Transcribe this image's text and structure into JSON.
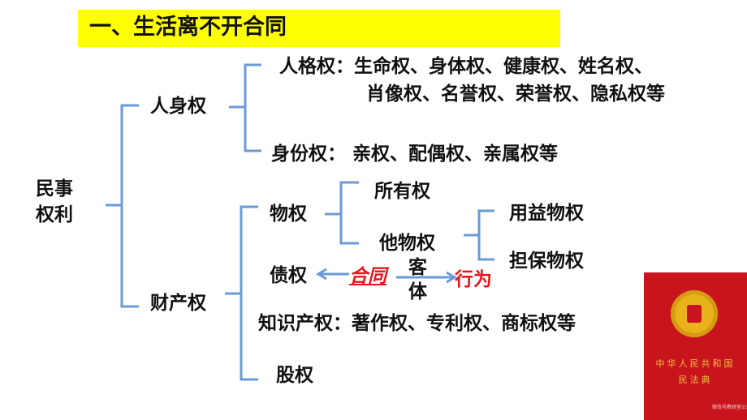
{
  "title": "一、生活离不开合同",
  "root": {
    "line1": "民事",
    "line2": "权利"
  },
  "personal": {
    "label": "人身权",
    "personality_line1": "人格权：生命权、身体权、健康权、姓名权、",
    "personality_line2": "肖像权、名誉权、荣誉权、隐私权等",
    "status": "身份权：  亲权、配偶权、亲属权等"
  },
  "property": {
    "label": "财产权",
    "real_right": "物权",
    "ownership": "所有权",
    "other_real": "他物权",
    "usufruct": "用益物权",
    "security": "担保物权",
    "creditor": "债权",
    "contract": "合同",
    "object_1": "客",
    "object_2": "体",
    "conduct": "行为",
    "ip": "知识产权：著作权、专利权、商标权等",
    "equity": "股权"
  },
  "book": {
    "line1": "中华人民共和国",
    "line2": "民法典",
    "watermark": "微信号教研室公众号"
  },
  "colors": {
    "title_bg": "#ffff00",
    "bracket": "#6a9bd8",
    "accent_red": "#e8141c",
    "book_red": "#c8141c"
  }
}
